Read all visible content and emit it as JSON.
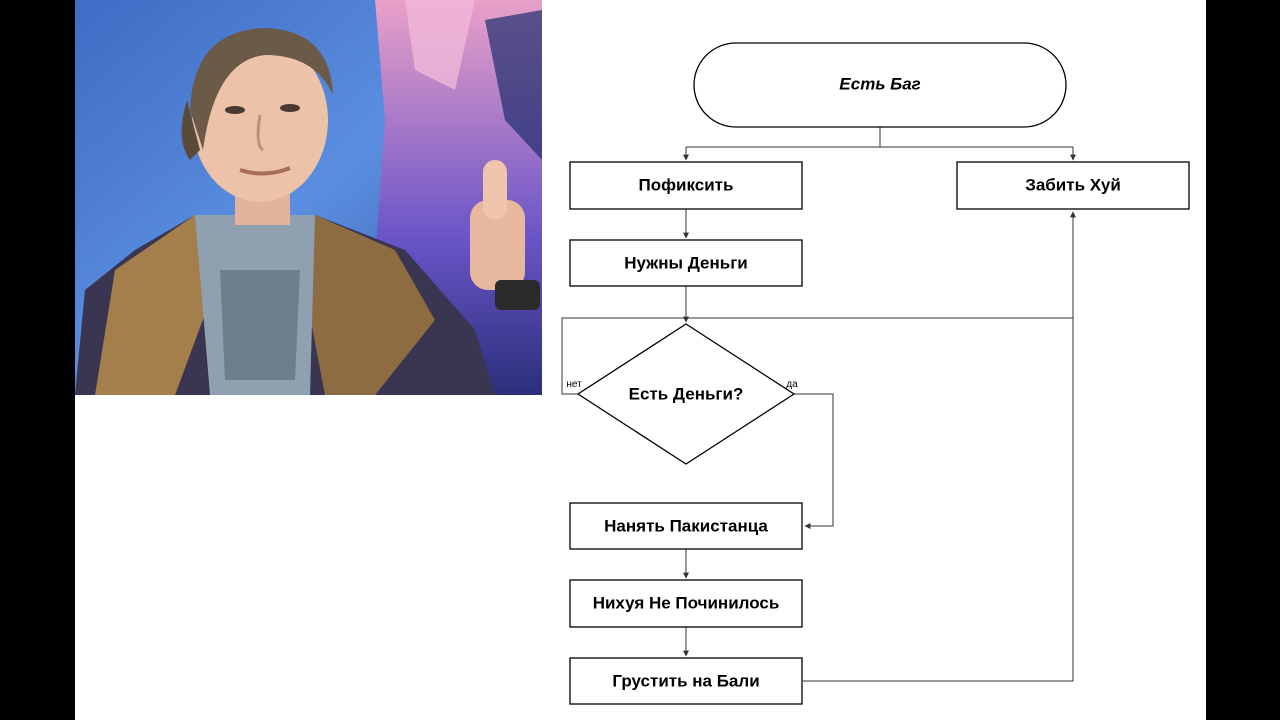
{
  "colors": {
    "outer_background": "#000000",
    "canvas": "#ffffff",
    "stroke": "#000000",
    "edge": "#333333",
    "photo_background": "#4a7fd0"
  },
  "photo": {
    "subject": "man-giving-thumbs-up",
    "icon": "thumbs-up-icon"
  },
  "flowchart": {
    "start": "Есть Баг",
    "fix": "Пофиксить",
    "ignore": "Забить Хуй",
    "need_money": "Нужны Деньги",
    "decision": "Есть Деньги?",
    "no_label": "нет",
    "yes_label": "да",
    "hire": "Нанять Пакистанца",
    "not_fixed": "Нихуя Не Починилось",
    "sad": "Грустить на Бали"
  }
}
